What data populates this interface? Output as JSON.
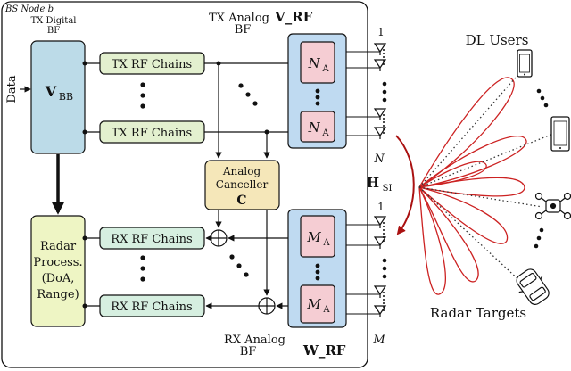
{
  "node": {
    "title": "BS Node b",
    "tx_digital_bf": [
      "TX Digital",
      "BF"
    ],
    "tx_analog_bf": [
      "TX Analog",
      "V_RF"
    ],
    "tx_analog_bf_2": "BF",
    "rx_analog_bf": [
      "RX Analog",
      "W_RF"
    ],
    "rx_analog_bf_2": "BF"
  },
  "data_label": "Data",
  "vbb": {
    "main": "V",
    "sub": "BB"
  },
  "tx_chains": [
    "TX RF Chains",
    "TX RF Chains"
  ],
  "rx_chains": [
    "RX RF Chains",
    "RX RF Chains"
  ],
  "canceller": [
    "Analog",
    "Canceller",
    "C"
  ],
  "radar_process": [
    "Radar",
    "Process.",
    "(DoA,",
    "Range)"
  ],
  "tx_phase_blocks": [
    {
      "main": "N",
      "sub": "A"
    },
    {
      "main": "N",
      "sub": "A"
    }
  ],
  "rx_phase_blocks": [
    {
      "main": "M",
      "sub": "A"
    },
    {
      "main": "M",
      "sub": "A"
    }
  ],
  "tx_antenna_labels": {
    "first": "1",
    "last": "N"
  },
  "rx_antenna_labels": {
    "first": "1",
    "last": "M"
  },
  "h_si": {
    "main": "H",
    "sub": "SI"
  },
  "dl_users": "DL Users",
  "radar_targets": "Radar Targets",
  "colors": {
    "vbb_fill": "#bcdbe8",
    "chain_fill": "#e3f0cf",
    "rx_chain_fill": "#d6efe0",
    "canceller_fill": "#f5e7b9",
    "radar_fill": "#eef5c4",
    "analog_bf_fill": "#bfdaf1",
    "phase_fill": "#f5cdd3",
    "beam": "#cc2222",
    "si_arrow": "#aa1111"
  }
}
